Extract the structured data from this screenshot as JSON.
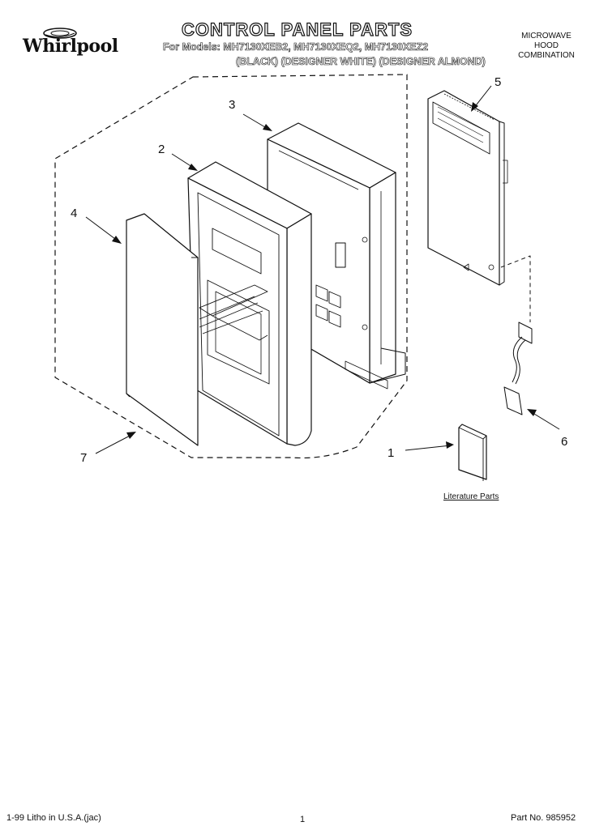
{
  "header": {
    "brand": "Whirlpool",
    "title": "CONTROL PANEL PARTS",
    "models_line": "For Models: MH7130XEB2, MH7130XEQ2, MH7130XEZ2",
    "finishes_line": "(BLACK)   (DESIGNER WHITE)   (DESIGNER ALMOND)",
    "product_type": [
      "MICROWAVE",
      "HOOD",
      "COMBINATION"
    ]
  },
  "callouts": [
    "1",
    "2",
    "3",
    "4",
    "5",
    "6",
    "7"
  ],
  "literature_label": "Literature Parts",
  "footer": {
    "litho": "1-99 Litho in U.S.A.(jac)",
    "page": "1",
    "part_no": "Part No. 985952"
  }
}
